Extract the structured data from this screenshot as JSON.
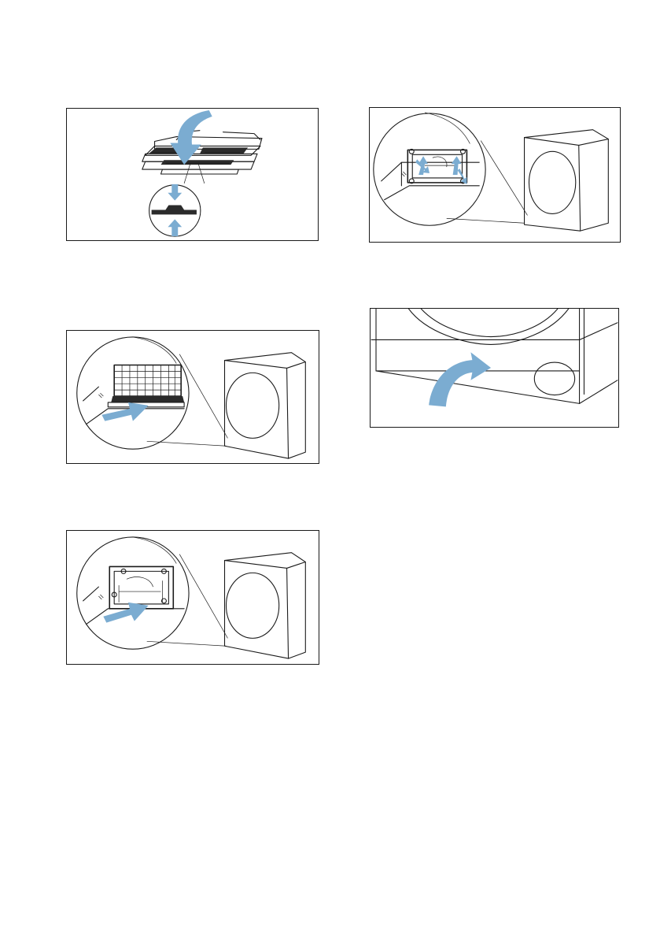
{
  "document": {
    "figures": [
      {
        "id": "seal",
        "description": "",
        "icon": "filter-seal-insert-icon"
      },
      {
        "id": "cover",
        "description": "",
        "icon": "cover-latch-unlock-icon"
      },
      {
        "id": "filter",
        "description": "",
        "icon": "filter-insert-icon"
      },
      {
        "id": "flap",
        "description": "",
        "icon": "maintenance-flap-close-icon"
      },
      {
        "id": "grille",
        "description": "",
        "icon": "grille-insert-icon"
      }
    ]
  },
  "colors": {
    "arrow": "#7bacd1",
    "line": "#1a1a1a",
    "dark": "#2b2b2b",
    "background": "#ffffff"
  }
}
